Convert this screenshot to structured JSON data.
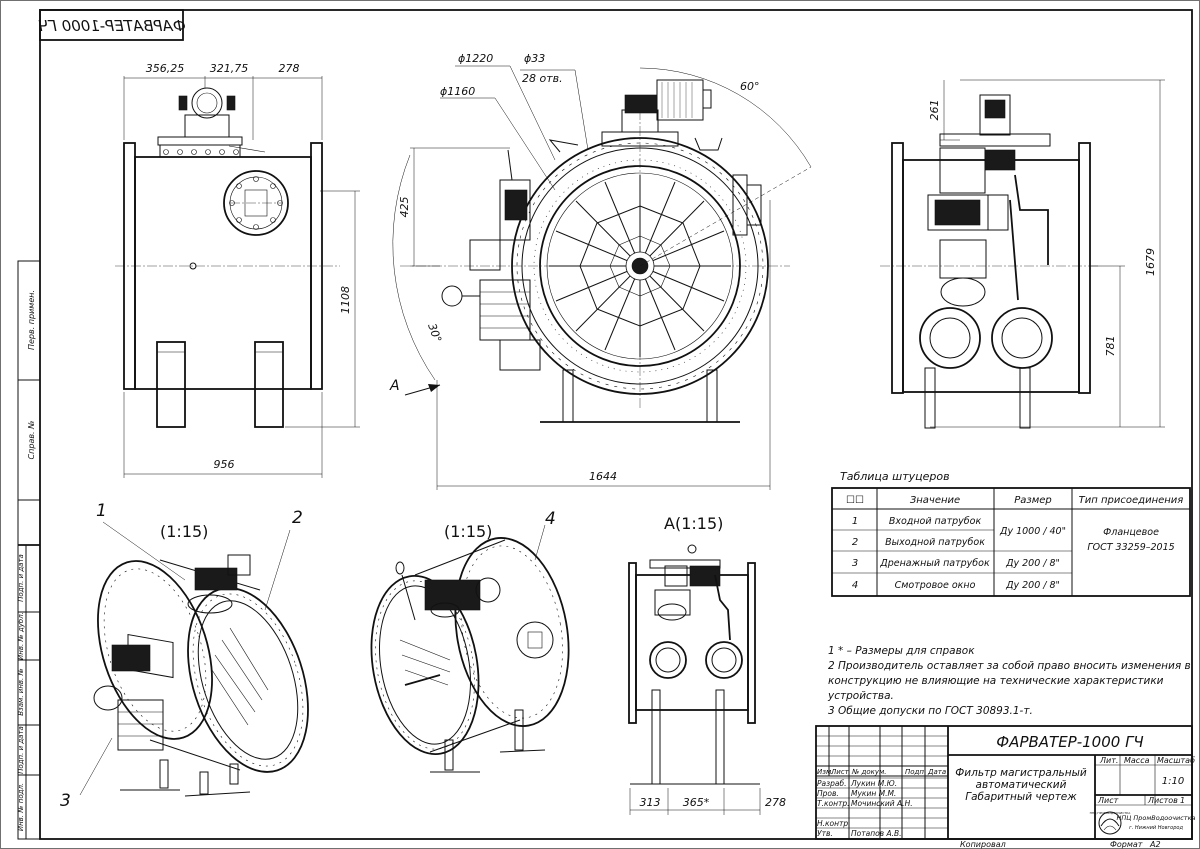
{
  "stamp_mirrored": "ФАРВАТЕР-1000 ГЧ",
  "side_labels": [
    "Перв. примен.",
    "Справ. №",
    "Подп. и дата",
    "Инв. № дубл.",
    "Взам. инв. №",
    "Подп. и дата",
    "Инв. № подл."
  ],
  "dims": {
    "front_top": [
      "356,25",
      "321,75",
      "278"
    ],
    "front_width": "956",
    "front_height": "1108",
    "main_d1": "ϕ1220",
    "main_d2": "ϕ33",
    "main_d2_note": "28 отв.",
    "main_d3": "ϕ1160",
    "main_angle": "60°",
    "main_angle2": "30°",
    "main_425": "425",
    "main_width": "1644",
    "section_arrow": "A",
    "right_261": "261",
    "right_1679": "1679",
    "right_781": "781",
    "bottom": [
      "313",
      "365*",
      "278"
    ]
  },
  "views": {
    "scale1": "(1:15)",
    "scale2": "(1:15)",
    "scale3": "A(1:15)"
  },
  "callouts": [
    "1",
    "2",
    "3",
    "4"
  ],
  "table": {
    "title": "Таблица штуцеров",
    "headers": [
      "☐☐",
      "Значение",
      "Размер",
      "Тип присоединения"
    ],
    "rows": [
      {
        "n": "1",
        "name": "Входной патрубок"
      },
      {
        "n": "2",
        "name": "Выходной патрубок"
      },
      {
        "n": "3",
        "name": "Дренажный патрубок",
        "size": "Ду 200 / 8\""
      },
      {
        "n": "4",
        "name": "Смотровое окно",
        "size": "Ду 200 / 8\""
      }
    ],
    "merged_size": "Ду 1000 / 40\"",
    "connection": [
      "Фланцевое",
      "ГОСТ 33259–2015"
    ]
  },
  "notes": [
    "1 * – Размеры для справок",
    "2 Производитель оставляет за собой право вносить изменения в",
    "конструкцию не влияющие на технические характеристики",
    "устройства.",
    "3 Общие допуски по ГОСТ 30893.1-т."
  ],
  "title_block": {
    "designation": "ФАРВАТЕР-1000 ГЧ",
    "name": [
      "Фильтр магистральный",
      "автоматический",
      "Габаритный чертеж"
    ],
    "col_heads": [
      "Изм.",
      "Лист",
      "№ докум.",
      "Подп.",
      "Дата"
    ],
    "roles": [
      {
        "role": "Разраб.",
        "person": "Лукин М.Ю."
      },
      {
        "role": "Пров.",
        "person": "Мукин М.М."
      },
      {
        "role": "Т.контр.",
        "person": "Мочинский А.Н."
      },
      {
        "role": "Н.контр.",
        "person": ""
      },
      {
        "role": "Утв.",
        "person": "Потапов А.В."
      }
    ],
    "lit": "Лит.",
    "mass": "Масса",
    "scale_head": "Масштаб",
    "scale": "1:10",
    "sheet": "Лист",
    "sheets": "Листов",
    "sheets_n": "1",
    "company": [
      "НПЦ ПромВодоочистка",
      "г. Нижний Новгород"
    ],
    "logo_text": "НПЦ ПРОМВОДООЧИСТКА"
  },
  "footer": {
    "copied": "Копировал",
    "format": "Формат",
    "format_val": "A2"
  }
}
